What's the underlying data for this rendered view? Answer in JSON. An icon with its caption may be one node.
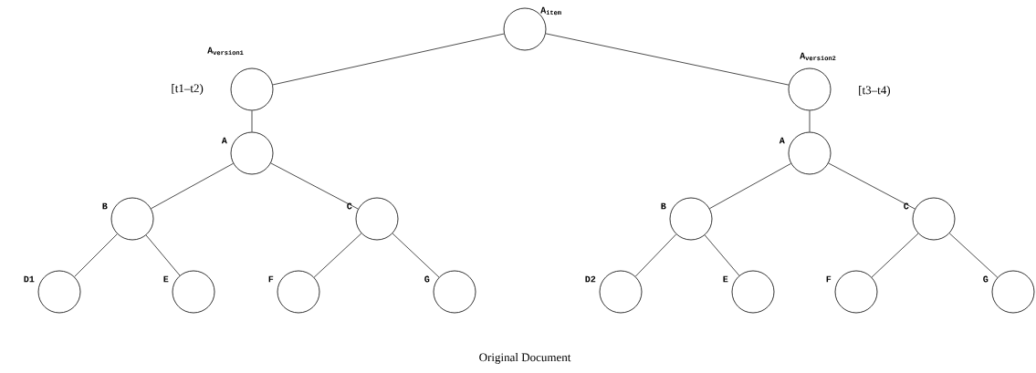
{
  "diagram": {
    "caption": "Original Document",
    "nodes": [
      {
        "text": [],
        "shape": "circle",
        "beside": [
          "A$_{item}$"
        ]
      },
      {
        "text": [],
        "shape": "circle",
        "beside": [
          "A$_{version1}$",
          "[t1–t2)"
        ]
      },
      {
        "text": [],
        "shape": "circle",
        "beside": [
          "A$_{version2}$",
          "[t3–t4)"
        ]
      },
      {
        "text": [],
        "shape": "circle",
        "beside": [
          "A"
        ]
      },
      {
        "text": [],
        "shape": "circle",
        "beside": [
          "A"
        ]
      },
      {
        "text": [],
        "shape": "circle",
        "beside": [
          "B"
        ]
      },
      {
        "text": [],
        "shape": "circle",
        "beside": [
          "C"
        ]
      },
      {
        "text": [],
        "shape": "circle",
        "beside": [
          "B"
        ]
      },
      {
        "text": [],
        "shape": "circle",
        "beside": [
          "C"
        ]
      },
      {
        "text": [],
        "shape": "circle",
        "beside": [
          "D1"
        ]
      },
      {
        "text": [],
        "shape": "circle",
        "beside": [
          "E"
        ]
      },
      {
        "text": [],
        "shape": "circle",
        "beside": [
          "F"
        ]
      },
      {
        "text": [],
        "shape": "circle",
        "beside": [
          "G"
        ]
      },
      {
        "text": [],
        "shape": "circle",
        "beside": [
          "D2"
        ]
      },
      {
        "text": [],
        "shape": "circle",
        "beside": [
          "E"
        ]
      },
      {
        "text": [],
        "shape": "circle",
        "beside": [
          "F"
        ]
      },
      {
        "text": [],
        "shape": "circle",
        "beside": [
          "G"
        ]
      }
    ],
    "edges": [
      {
        "from": 0,
        "to": 1,
        "arrow": "none"
      },
      {
        "from": 0,
        "to": 2,
        "arrow": "none"
      },
      {
        "from": 1,
        "to": 3,
        "arrow": "none"
      },
      {
        "from": 2,
        "to": 4,
        "arrow": "none"
      },
      {
        "from": 3,
        "to": 5,
        "arrow": "none"
      },
      {
        "from": 3,
        "to": 6,
        "arrow": "none"
      },
      {
        "from": 4,
        "to": 7,
        "arrow": "none"
      },
      {
        "from": 4,
        "to": 8,
        "arrow": "none"
      },
      {
        "from": 5,
        "to": 9,
        "arrow": "none"
      },
      {
        "from": 5,
        "to": 10,
        "arrow": "none"
      },
      {
        "from": 6,
        "to": 11,
        "arrow": "none"
      },
      {
        "from": 6,
        "to": 12,
        "arrow": "none"
      },
      {
        "from": 7,
        "to": 13,
        "arrow": "none"
      },
      {
        "from": 7,
        "to": 14,
        "arrow": "none"
      },
      {
        "from": 8,
        "to": 15,
        "arrow": "none"
      },
      {
        "from": 8,
        "to": 16,
        "arrow": "none"
      }
    ]
  }
}
